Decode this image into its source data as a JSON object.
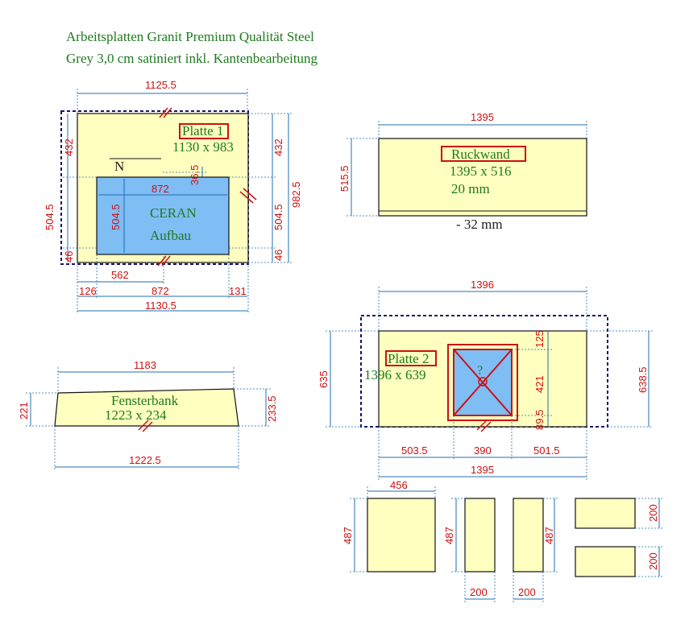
{
  "header": {
    "line1": "Arbeitsplatten Granit Premium Qualität Steel",
    "line2": "Grey 3,0 cm satiniert inkl. Kantenbearbeitung"
  },
  "platte1": {
    "label": "Platte 1",
    "size": "1130 x 983",
    "ceran_line1": "CERAN",
    "ceran_line2": "Aufbau",
    "dims": {
      "top": "1125.5",
      "left_top": "432",
      "right_top": "432",
      "right_total": "982.5",
      "left_mid": "504.5",
      "inner_left": "504.5",
      "right_mid": "504.5",
      "left_bot": "46",
      "right_bot": "46",
      "cut_width": "872",
      "small_v": "36.5",
      "offset": "562",
      "b_left": "126",
      "b_mid": "872",
      "b_right": "131",
      "b_total": "1130.5"
    }
  },
  "ruckwand": {
    "label": "Ruckwand",
    "size": "1395 x 516",
    "thickness": "20 mm",
    "note": "- 32 mm",
    "dims": {
      "top": "1395",
      "left": "515.5"
    }
  },
  "platte2": {
    "label": "Platte 2",
    "size": "1396 x 639",
    "question": "?",
    "dims": {
      "top": "1396",
      "left": "635",
      "right": "638.5",
      "v_top": "125",
      "v_mid": "421",
      "v_bot": "89.5",
      "b_left": "503.5",
      "b_mid": "390",
      "b_right": "501.5",
      "b_total": "1395"
    }
  },
  "fensterbank": {
    "label": "Fensterbank",
    "size": "1223 x 234",
    "dims": {
      "top": "1183",
      "left": "221",
      "right": "233.5",
      "bottom": "1222.5"
    }
  },
  "pieces": {
    "p1_w": "456",
    "p1_h": "487",
    "p2_h": "487",
    "p2_w": "200",
    "p3_h": "487",
    "p3_w": "200",
    "p4_h": "200",
    "p5_h": "200"
  }
}
